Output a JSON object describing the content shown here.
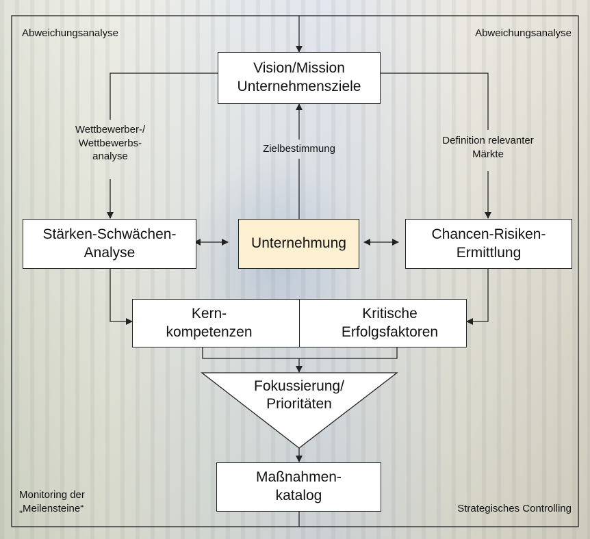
{
  "corners": {
    "top_left": "Abweichungsanalyse",
    "top_right": "Abweichungsanalyse",
    "bottom_left": "Monitoring der\n„Meilensteine“",
    "bottom_right": "Strategisches Controlling"
  },
  "boxes": {
    "vision": "Vision/Mission\nUnternehmensziele",
    "strengths": "Stärken-Schwächen-\nAnalyse",
    "company": "Unternehmung",
    "chances": "Chancen-Risiken-\nErmittlung",
    "core_competencies": "Kern-\nkompetenzen",
    "success_factors": "Kritische\nErfolgsfaktoren",
    "focus": "Fokussierung/\nPrioritäten",
    "measures": "Maßnahmen-\nkatalog"
  },
  "labels": {
    "competitor": "Wettbewerber-/\nWettbewerbs-\nanalyse",
    "goal": "Zielbestimmung",
    "markets": "Definition relevanter\nMärkte"
  },
  "colors": {
    "company_fill": "#fdf0d0",
    "box_fill": "#ffffff",
    "line": "#222222"
  }
}
